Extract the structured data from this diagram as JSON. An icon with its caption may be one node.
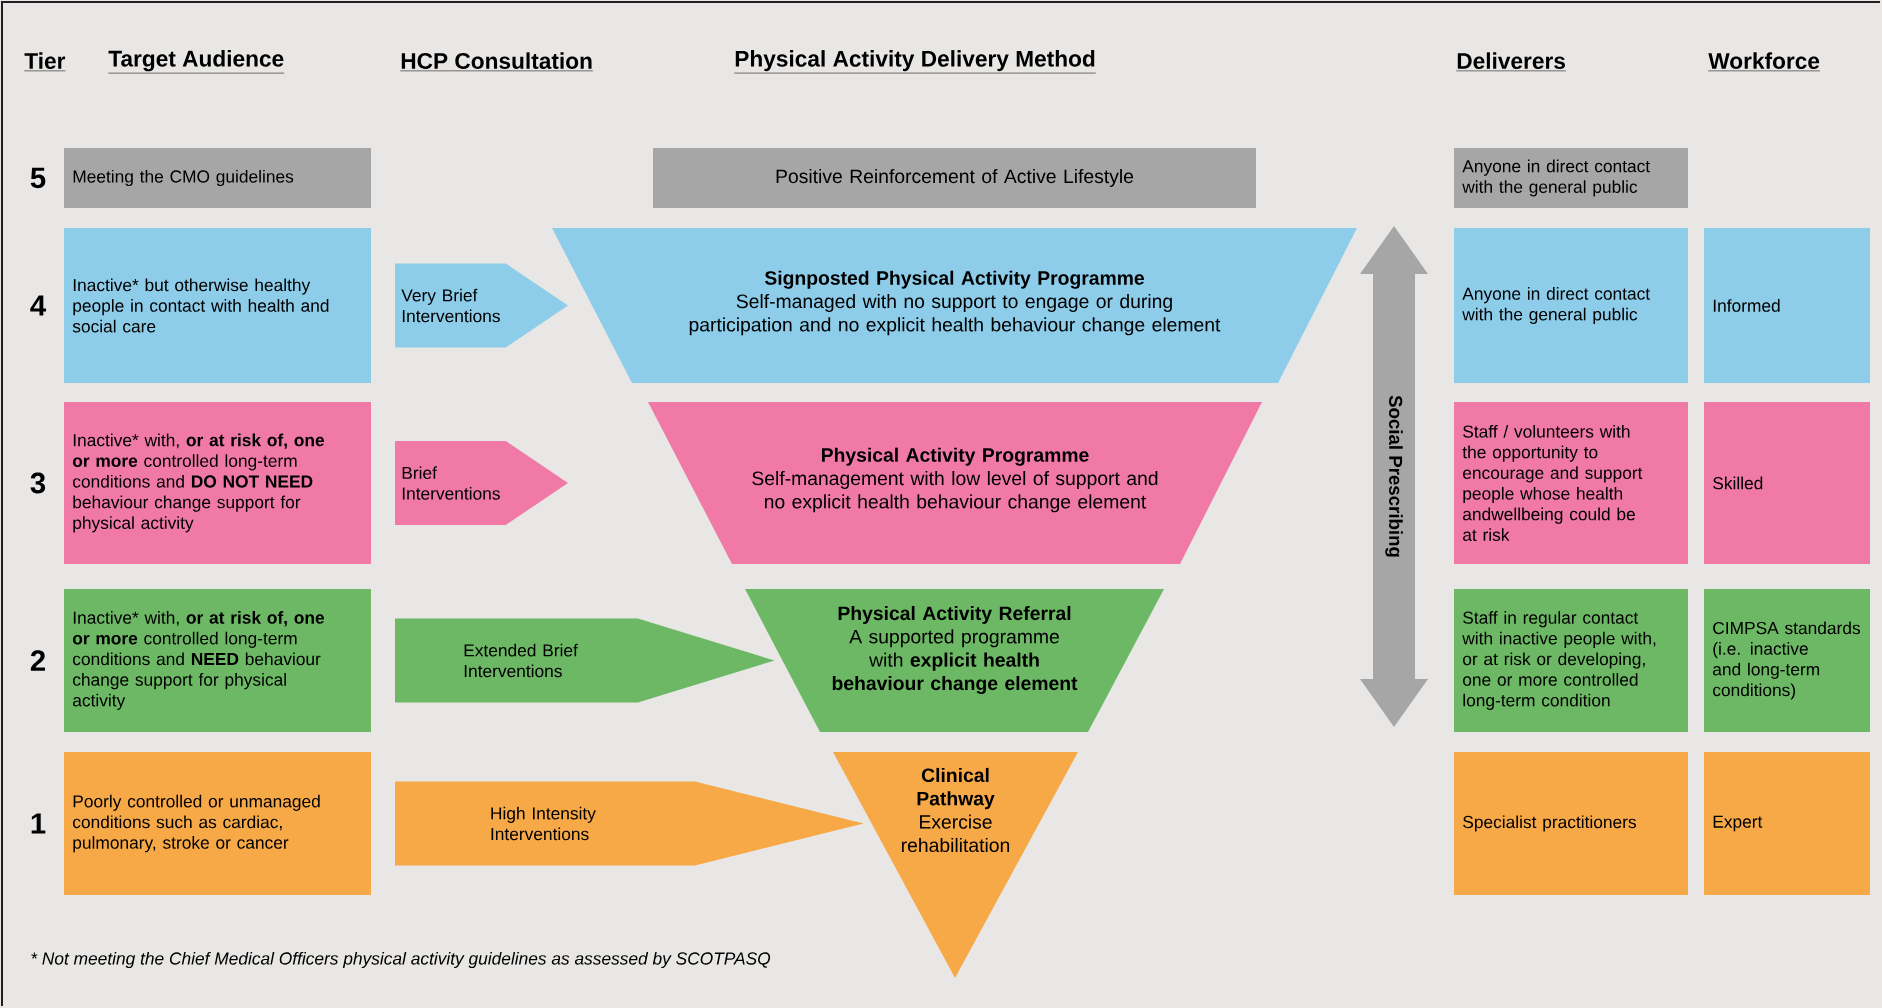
{
  "diagram": {
    "nodes": [
      {
        "text": [
          "Meeting the CMO guidelines"
        ],
        "beside": [
          "5"
        ]
      },
      {
        "text": [
          "Positive Reinforcement of Active Lifestyle"
        ]
      },
      {
        "text": [
          "Anyone in direct contact with the general public"
        ]
      },
      {
        "text": [
          "Inactive* but otherwise healthy people in contact with health and social care"
        ],
        "beside": [
          "4"
        ]
      },
      {
        "text": [
          "Signposted Physical Activity Programme",
          "Self-managed with no support to engage or during participation and no explicit health behaviour change element"
        ]
      },
      {
        "text": [
          "Social Prescribing"
        ]
      },
      {
        "text": [
          "Anyone in direct contact with the general public"
        ]
      },
      {
        "text": [
          "Informed"
        ]
      },
      {
        "text": [
          "Inactive* with, **or at risk of, one or more** controlled long-term conditions and **DO NOT NEED** behaviour change support for physical activity"
        ],
        "beside": [
          "3"
        ]
      },
      {
        "text": [
          "Physical Activity Programme",
          "Self-management with low level of support and no explicit health behaviour change element"
        ]
      },
      {
        "text": [
          "Staff / volunteers with the opportunity to encourage and support people whose health andwellbeing could be at risk"
        ]
      },
      {
        "text": [
          "Skilled"
        ]
      },
      {
        "text": [
          "Inactive* with, **or at risk of, one or more** controlled long-term conditions and **NEED** behaviour change support for physical activity"
        ],
        "beside": [
          "2"
        ]
      },
      {
        "text": [
          "Physical Activity Referral",
          "A supported programme with **explicit health behaviour change element**"
        ]
      },
      {
        "text": [
          "Staff in regular contact with inactive people with, or at risk or developing, one or more controlled long-term condition"
        ]
      },
      {
        "text": [
          "CIMPSA standards (i.e. inactive and long-term conditions)"
        ]
      },
      {
        "text": [
          "Poorly controlled or unmanaged conditions such as cardiac, pulmonary, stroke or cancer"
        ],
        "beside": [
          "1"
        ]
      },
      {
        "text": [
          "Clinical Pathway",
          "Exercise rehabilitation"
        ]
      },
      {
        "text": [
          "Specialist practitioners"
        ]
      },
      {
        "text": [
          "Expert"
        ]
      }
    ],
    "edges": [
      {
        "from": 3,
        "to": 4,
        "arrow": "to",
        "label": "Very Brief Interventions"
      },
      {
        "from": 8,
        "to": 9,
        "arrow": "to",
        "label": "Brief Interventions"
      },
      {
        "from": 12,
        "to": 13,
        "arrow": "to",
        "label": "Extended Brief Interventions"
      },
      {
        "from": 16,
        "to": 17,
        "arrow": "to",
        "label": "High Intensity Interventions"
      }
    ],
    "labels": [
      "Tier",
      "Target Audience",
      "HCP Consultation",
      "Physical Activity Delivery Method",
      "Deliverers",
      "Workforce",
      "* Not meeting the Chief Medical Officers physical activity guidelines as assessed by SCOTPASQ"
    ]
  }
}
